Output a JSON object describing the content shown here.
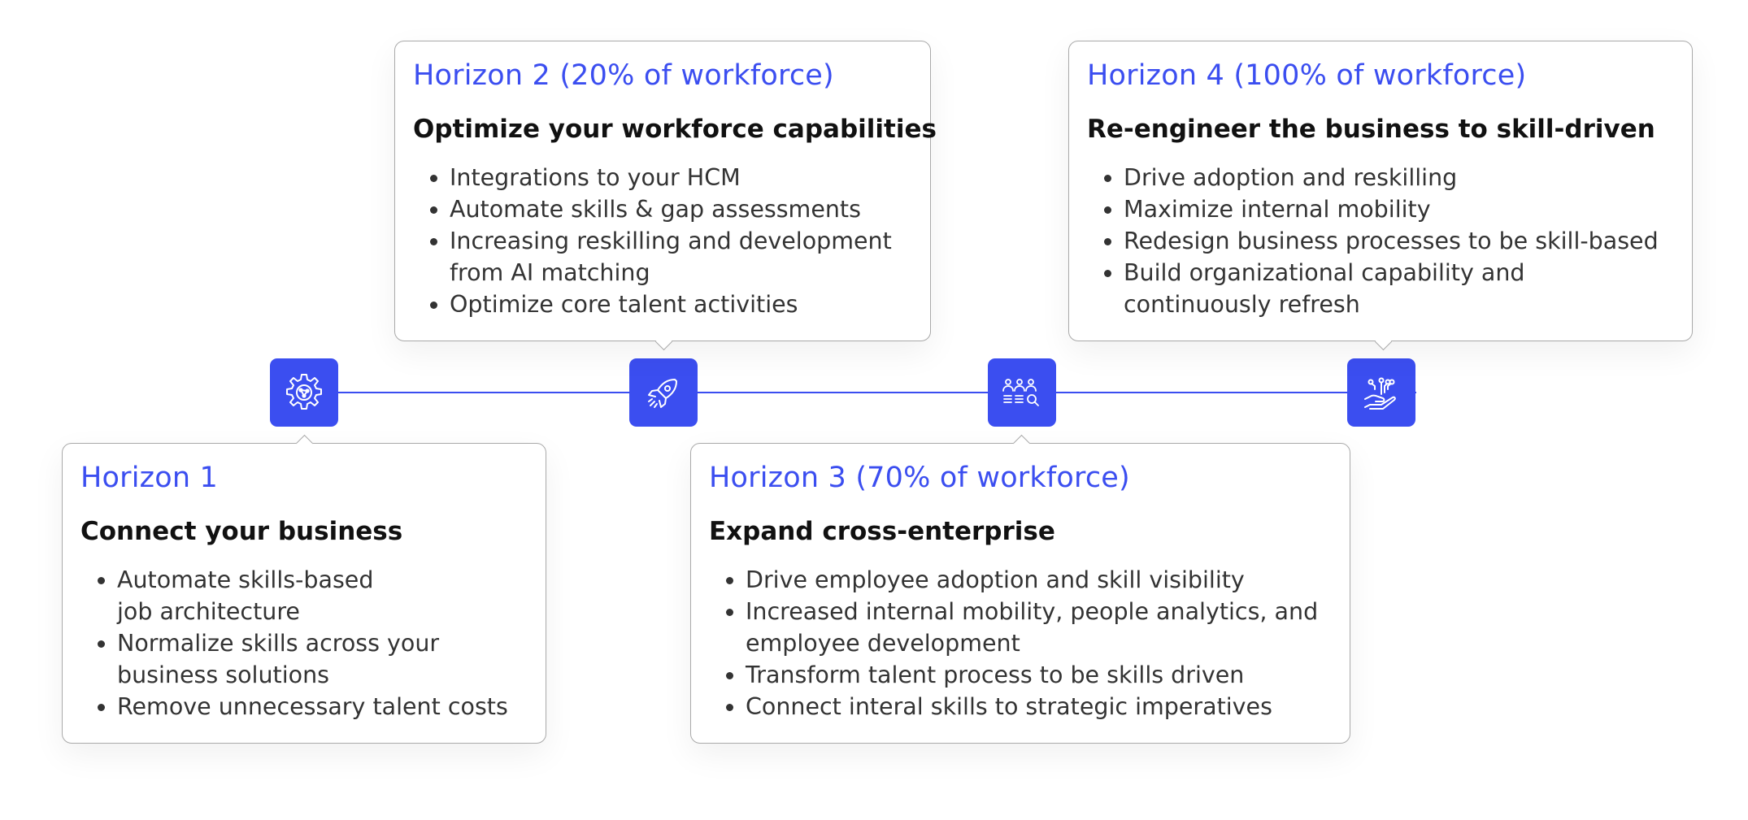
{
  "colors": {
    "accent": "#3b4ef0",
    "title_text": "#3b4ef0",
    "subtitle_text": "#111111",
    "body_text": "#333333",
    "card_border": "#a9a9a9"
  },
  "nodes": [
    {
      "icon": "gear-network-icon"
    },
    {
      "icon": "rocket-icon"
    },
    {
      "icon": "people-search-icon"
    },
    {
      "icon": "hand-circuit-icon"
    }
  ],
  "horizons": [
    {
      "title": "Horizon 1",
      "subtitle": "Connect your business",
      "items": [
        "Automate skills-based job architecture",
        "Normalize skills across your business solutions",
        "Remove unnecessary talent costs"
      ]
    },
    {
      "title": "Horizon 2 (20% of workforce)",
      "subtitle": "Optimize your workforce capabilities",
      "items": [
        "Integrations to your HCM",
        "Automate skills & gap assessments",
        "Increasing reskilling and development from AI matching",
        "Optimize core talent activities"
      ]
    },
    {
      "title": "Horizon 3 (70% of workforce)",
      "subtitle": "Expand cross-enterprise",
      "items": [
        "Drive employee adoption and skill visibility",
        "Increased internal mobility, people analytics, and employee development",
        "Transform talent process to be skills driven",
        "Connect interal skills to strategic imperatives"
      ]
    },
    {
      "title": "Horizon 4 (100% of workforce)",
      "subtitle": "Re-engineer the business to skill-driven",
      "items": [
        "Drive adoption and reskilling",
        "Maximize internal mobility",
        "Redesign business processes to be skill-based",
        "Build organizational capability and continuously refresh"
      ]
    }
  ]
}
